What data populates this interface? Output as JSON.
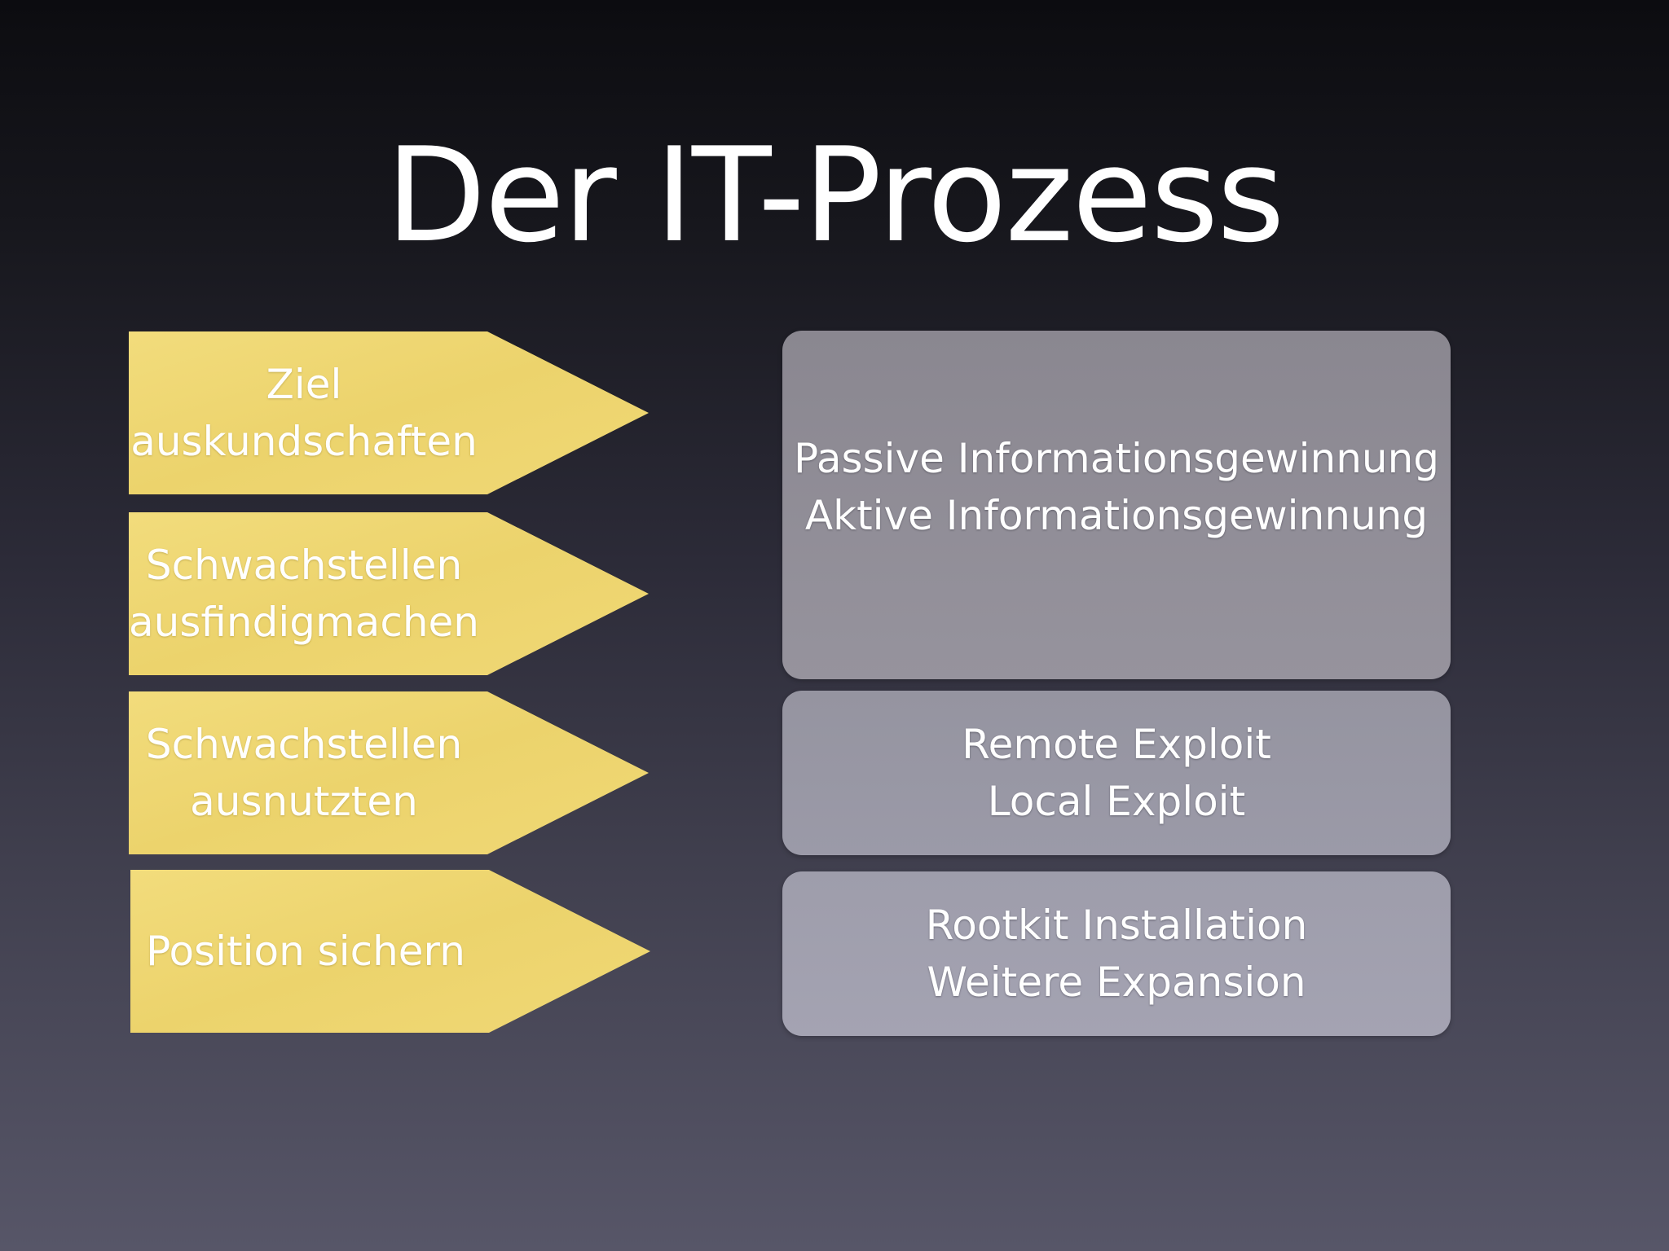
{
  "slide": {
    "title": "Der IT-Prozess"
  },
  "steps": [
    {
      "line1": "Ziel",
      "line2": "auskundschaften"
    },
    {
      "line1": "Schwachstellen",
      "line2": "ausfindigmachen"
    },
    {
      "line1": "Schwachstellen",
      "line2": "ausnutzten"
    },
    {
      "line1": "Position sichern",
      "line2": ""
    }
  ],
  "details": [
    {
      "line1": "Passive Informationsgewinnung",
      "line2": "Aktive Informationsgewinnung"
    },
    {
      "line1": "Remote Exploit",
      "line2": "Local Exploit"
    },
    {
      "line1": "Rootkit Installation",
      "line2": "Weitere Expansion"
    }
  ],
  "colors": {
    "arrow_fill": "#edd46e",
    "arrow_fill_light": "#f3df83",
    "box_gray": "#96939d"
  }
}
